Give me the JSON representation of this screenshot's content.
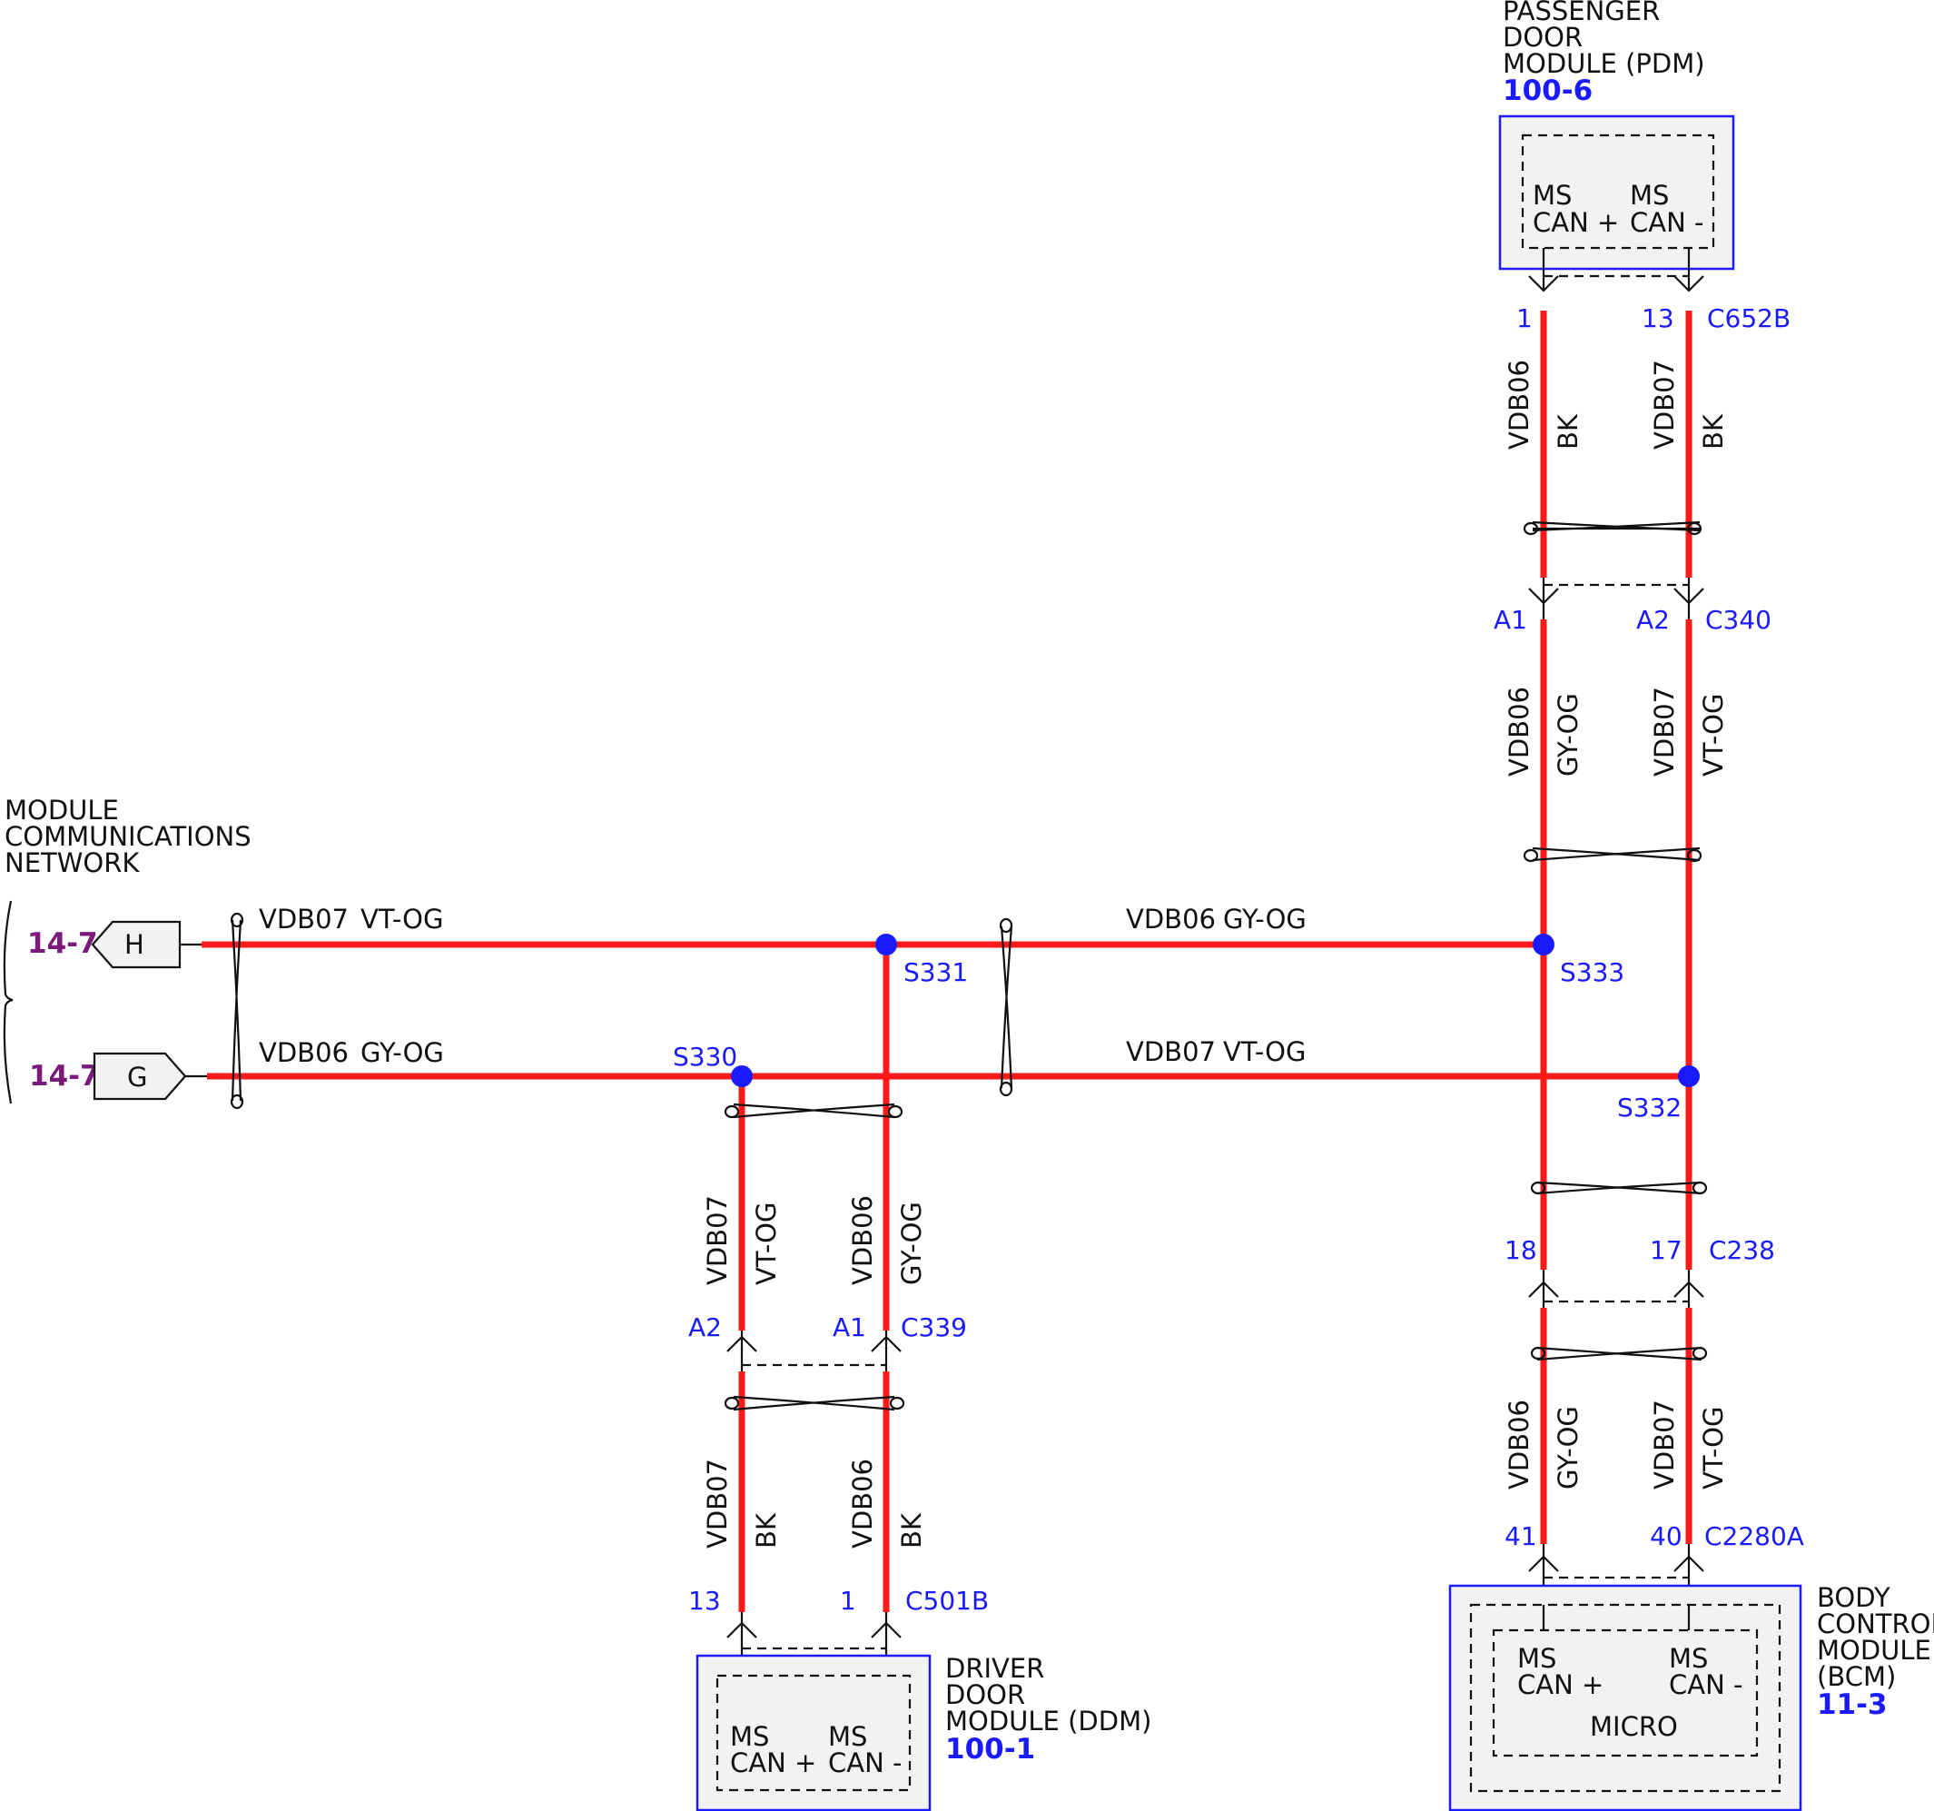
{
  "network": {
    "title_lines": [
      "MODULE",
      "COMMUNICATIONS",
      "NETWORK"
    ],
    "page_ref_h": "14-7",
    "page_ref_g": "14-7",
    "connector_h": "H",
    "connector_g": "G"
  },
  "modules": {
    "pdm": {
      "name_lines": [
        "PASSENGER",
        "DOOR",
        "MODULE (PDM)"
      ],
      "ref": "100-6",
      "pin_plus_lines": [
        "MS",
        "CAN +"
      ],
      "pin_minus_lines": [
        "MS",
        "CAN -"
      ]
    },
    "ddm": {
      "name_lines": [
        "DRIVER",
        "DOOR",
        "MODULE (DDM)"
      ],
      "ref": "100-1",
      "pin_plus_lines": [
        "MS",
        "CAN +"
      ],
      "pin_minus_lines": [
        "MS",
        "CAN -"
      ]
    },
    "bcm": {
      "name_lines": [
        "BODY",
        "CONTROL",
        "MODULE",
        "(BCM)"
      ],
      "ref": "11-3",
      "pin_plus_lines": [
        "MS",
        "CAN +"
      ],
      "pin_minus_lines": [
        "MS",
        "CAN -"
      ],
      "micro": "MICRO"
    }
  },
  "circuits": {
    "vdb06": "VDB06",
    "vdb07": "VDB07",
    "bk": "BK",
    "gy_og": "GY-OG",
    "vt_og": "VT-OG"
  },
  "connectors": {
    "c652b": {
      "name": "C652B",
      "pin_a": "1",
      "pin_b": "13"
    },
    "c340": {
      "name": "C340",
      "pin_a": "A1",
      "pin_b": "A2"
    },
    "c238": {
      "name": "C238",
      "pin_a": "18",
      "pin_b": "17"
    },
    "c2280a": {
      "name": "C2280A",
      "pin_a": "41",
      "pin_b": "40"
    },
    "c339": {
      "name": "C339",
      "pin_a": "A2",
      "pin_b": "A1"
    },
    "c501b": {
      "name": "C501B",
      "pin_a": "13",
      "pin_b": "1"
    }
  },
  "splices": {
    "s330": "S330",
    "s331": "S331",
    "s332": "S332",
    "s333": "S333"
  },
  "colors": {
    "wire": "#ff1a1a",
    "splice": "#1a1aff",
    "reference": "#1a1aff",
    "page_reference": "#7a1a7a"
  }
}
